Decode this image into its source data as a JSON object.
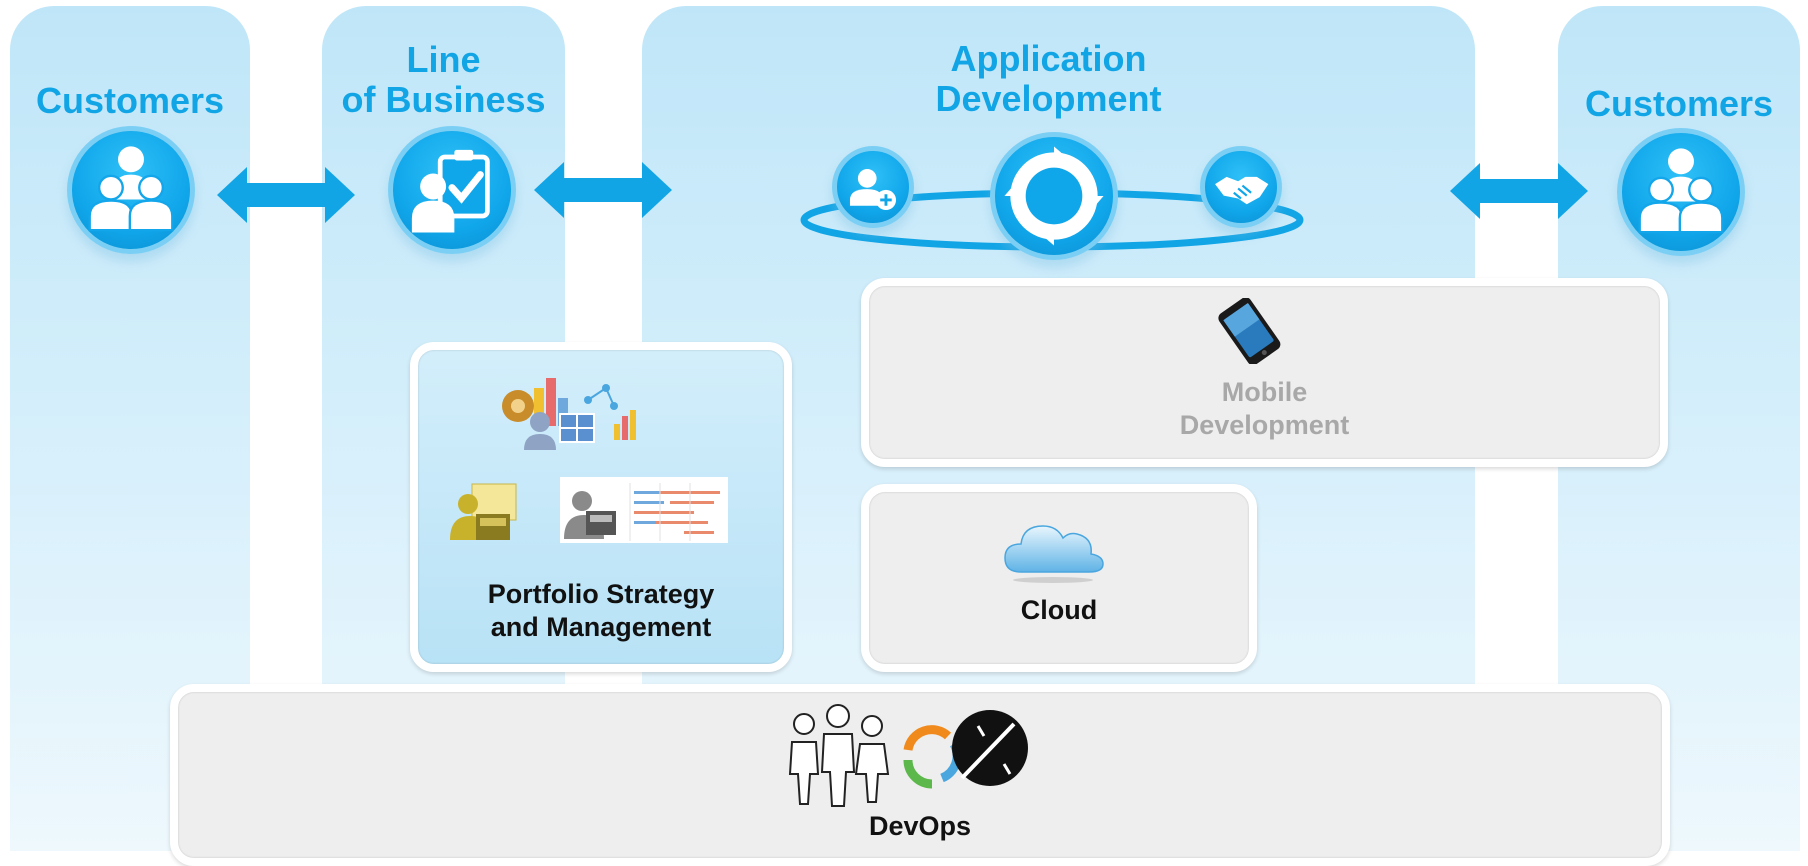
{
  "columns": {
    "customers_left": {
      "title": "Customers"
    },
    "line_of_business": {
      "title": "Line\nof Business"
    },
    "application_development": {
      "title": "Application\nDevelopment"
    },
    "customers_right": {
      "title": "Customers"
    }
  },
  "panels": {
    "mobile": {
      "label": "Mobile\nDevelopment",
      "icon": "smartphone-icon"
    },
    "cloud": {
      "label": "Cloud",
      "icon": "cloud-icon"
    },
    "portfolio": {
      "label": "Portfolio Strategy\nand Management",
      "icon": "portfolio-tools-icon"
    },
    "devops": {
      "label": "DevOps",
      "icon": "devops-team-cycle-icon"
    }
  },
  "colors": {
    "accent": "#12a5e6",
    "column_top": "#bfe6f8",
    "panel_bg": "#eeeeee",
    "muted_label": "#a8a8a8"
  }
}
